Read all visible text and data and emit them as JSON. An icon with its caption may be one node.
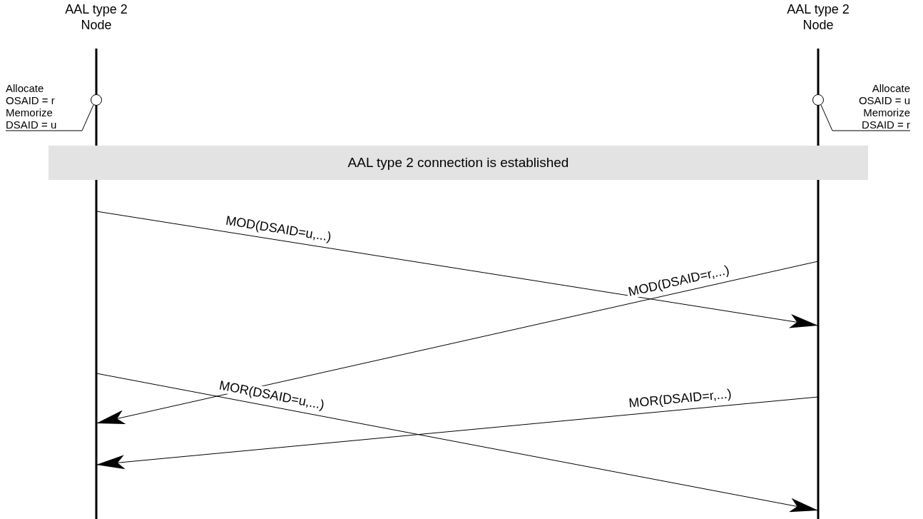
{
  "diagram": {
    "nodes": [
      {
        "text": [
          "AAL type 2 Node"
        ]
      },
      {
        "text": [
          "AAL type 2 Node"
        ]
      },
      {
        "text": [
          "Allocate OSAID = r Memorize DSAID = u"
        ]
      },
      {
        "text": [],
        "shape": "circle",
        "in": 0
      },
      {
        "text": [],
        "shape": "circle",
        "in": 1
      },
      {
        "text": [
          "Allocate OSAID = u Memorize DSAID = r"
        ]
      },
      {
        "text": [
          "AAL type 2 connection is established"
        ]
      }
    ],
    "edges": [
      {
        "from": 2,
        "to": 3,
        "arrow": "none"
      },
      {
        "from": 5,
        "to": 4,
        "arrow": "none"
      },
      {
        "from": 0,
        "to": 1,
        "arrow": "to",
        "label": "MOD(DSAID=u,...)"
      },
      {
        "from": 1,
        "to": 0,
        "arrow": "to",
        "label": "MOD(DSAID=r,...)"
      },
      {
        "from": 1,
        "to": 0,
        "arrow": "to",
        "label": "MOR(DSAID=r,...)"
      },
      {
        "from": 0,
        "to": 1,
        "arrow": "to",
        "label": "MOR(DSAID=u,...)"
      }
    ]
  }
}
